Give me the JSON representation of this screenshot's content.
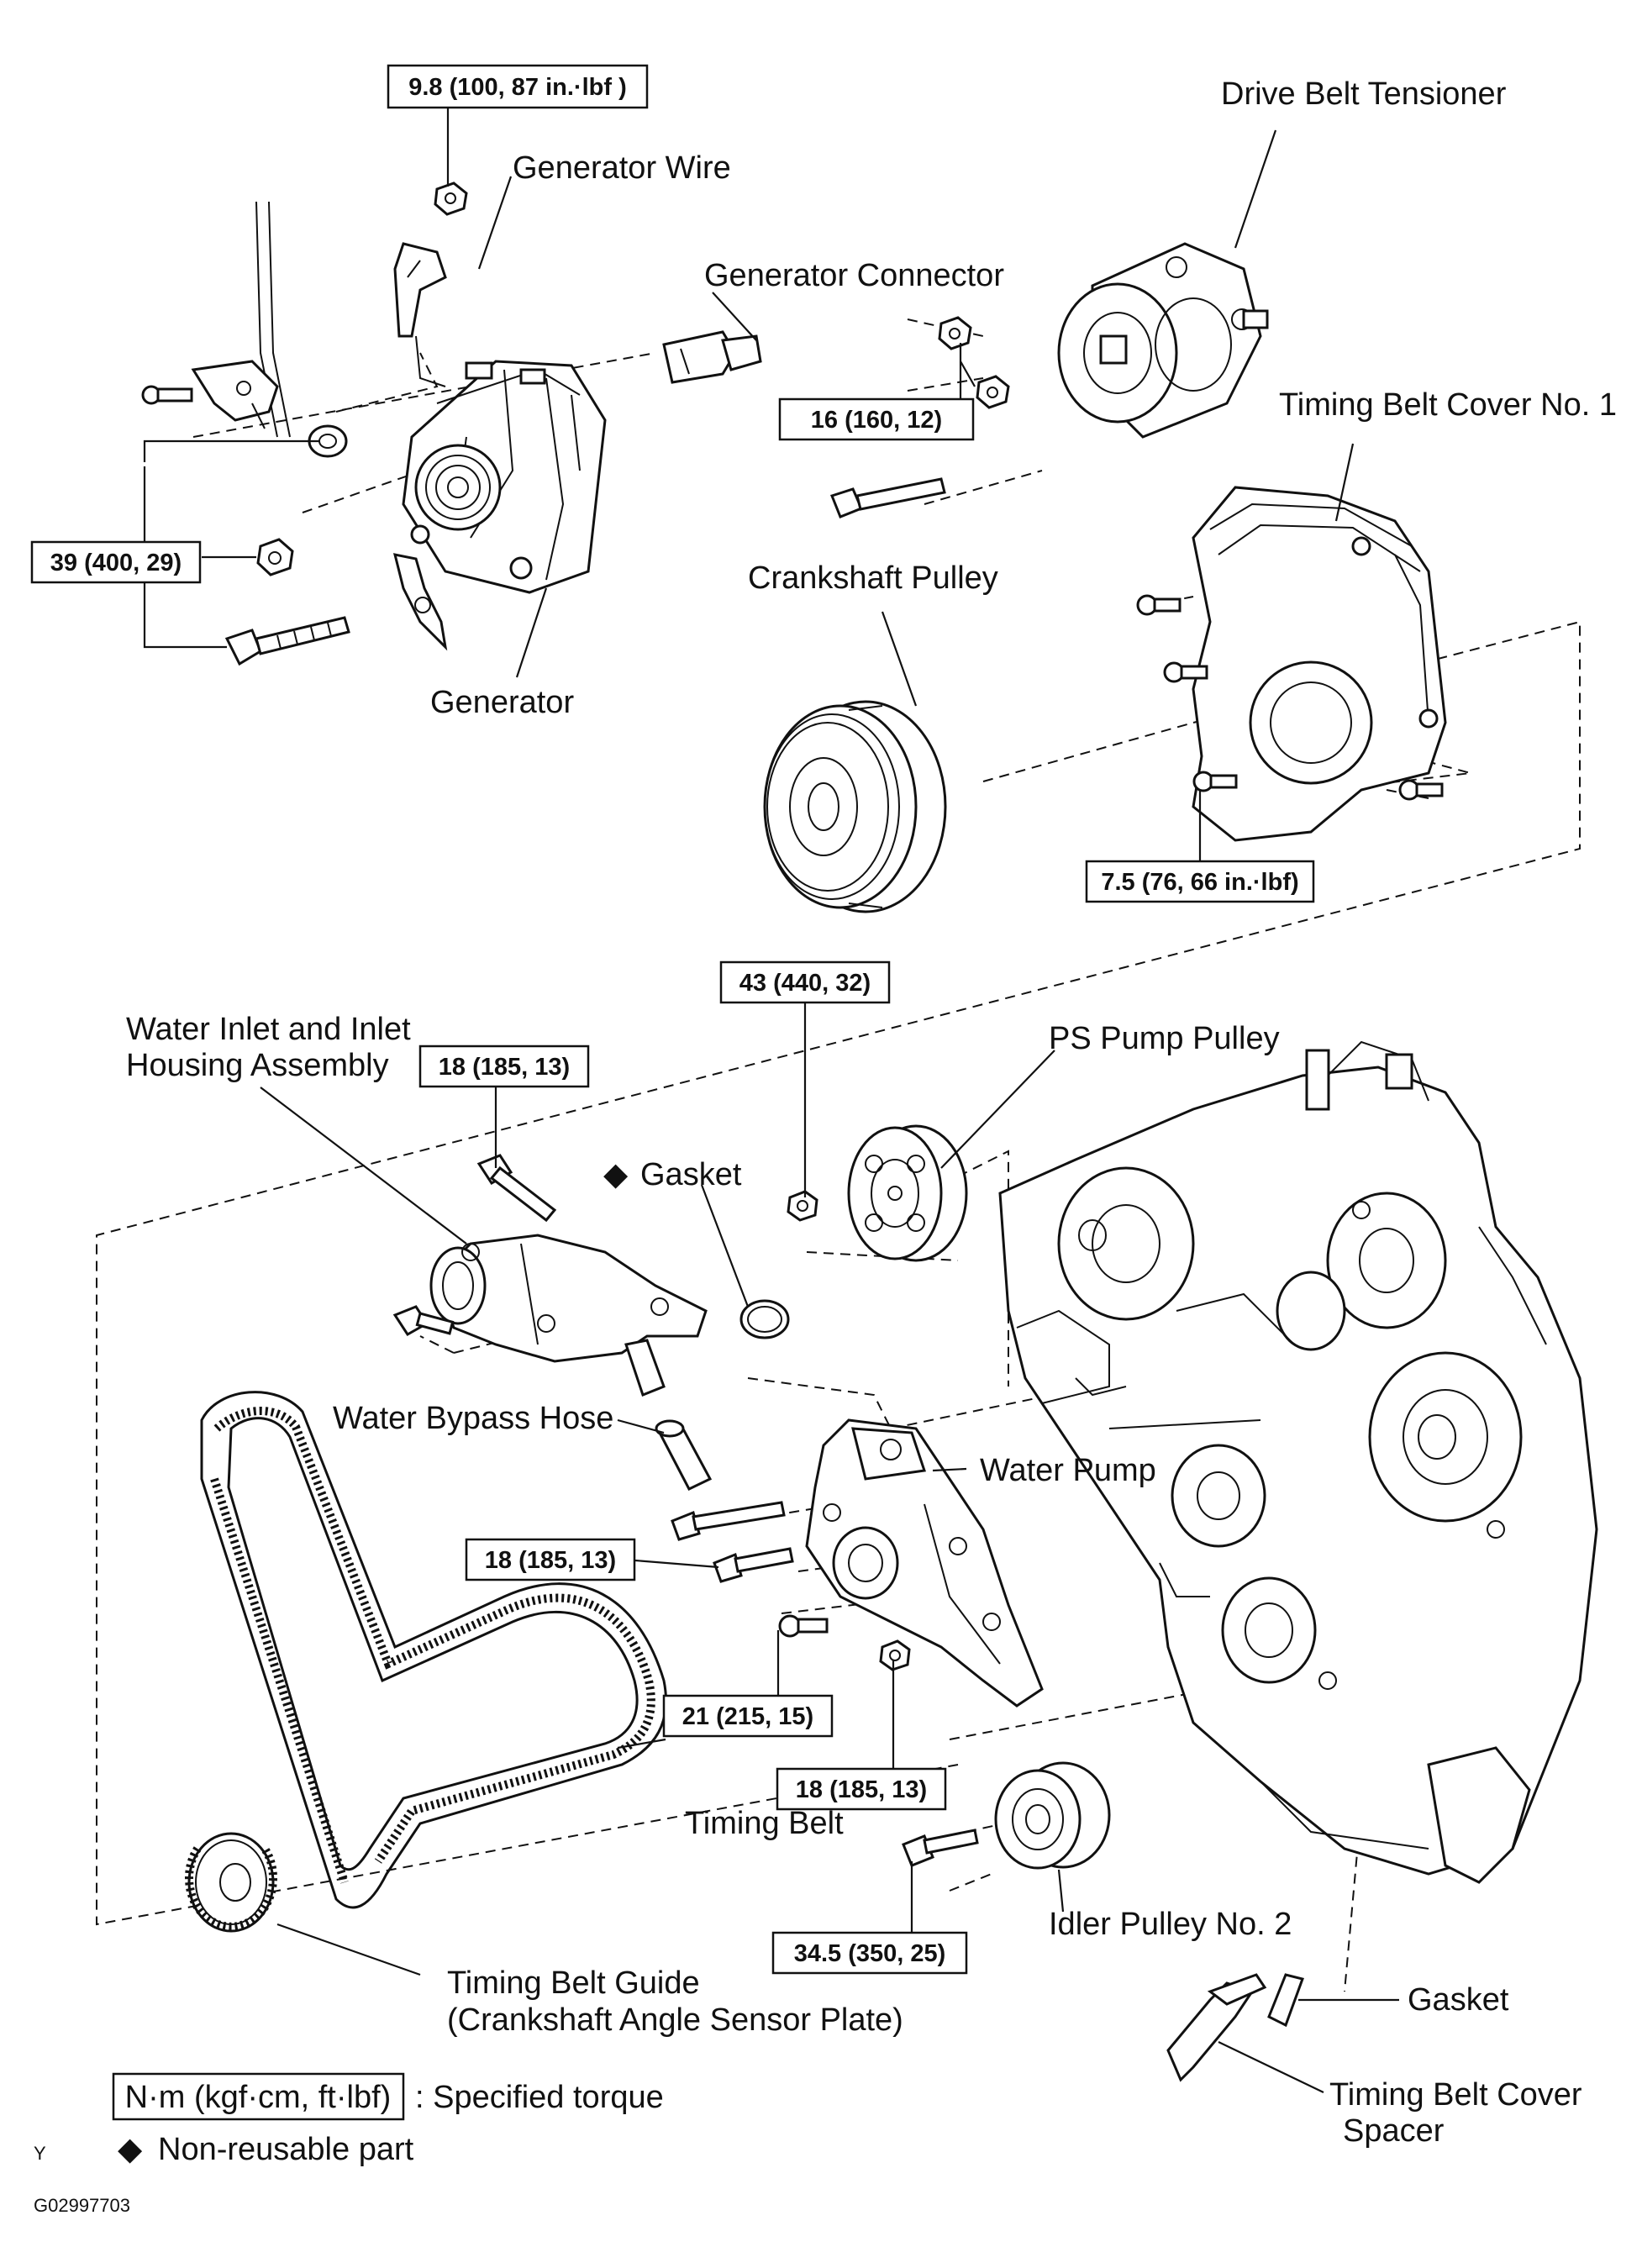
{
  "labels": {
    "generator_wire": "Generator Wire",
    "generator_connector": "Generator Connector",
    "drive_belt_tensioner": "Drive Belt Tensioner",
    "timing_belt_cover_no1": "Timing Belt Cover No. 1",
    "crankshaft_pulley": "Crankshaft Pulley",
    "generator": "Generator",
    "water_inlet_line1": "Water Inlet and Inlet",
    "water_inlet_line2": "Housing Assembly",
    "ps_pump_pulley": "PS Pump Pulley",
    "gasket_top": "Gasket",
    "water_bypass_hose": "Water Bypass Hose",
    "water_pump": "Water Pump",
    "timing_belt": "Timing Belt",
    "idler_pulley_no2": "Idler Pulley No. 2",
    "timing_belt_guide_line1": "Timing Belt Guide",
    "timing_belt_guide_line2": "(Crankshaft Angle Sensor Plate)",
    "gasket_bottom": "Gasket",
    "timing_belt_cover_spacer_line1": "Timing Belt Cover",
    "timing_belt_cover_spacer_line2": "Spacer"
  },
  "torques": {
    "generator_wire_nut": "9.8 (100, 87 in.·lbf )",
    "tensioner_bolts": "16 (160, 12)",
    "generator_mount": "39 (400, 29)",
    "cover_bolts": "7.5 (76, 66 in.·lbf)",
    "ps_pulley_nut": "43 (440, 32)",
    "inlet_housing_bolt": "18 (185, 13)",
    "water_pump_studs": "18 (185, 13)",
    "water_pump_bolt": "21 (215, 15)",
    "water_pump_nut": "18 (185, 13)",
    "idler_bolt": "34.5 (350, 25)"
  },
  "legend": {
    "torque_unit": "N·m (kgf·cm, ft·lbf)",
    "torque_text": ": Specified torque",
    "nonreusable_symbol": "◆",
    "nonreusable_text": "Non-reusable part"
  },
  "footer": {
    "corner_letter": "Y",
    "figure_code": "G02997703"
  }
}
